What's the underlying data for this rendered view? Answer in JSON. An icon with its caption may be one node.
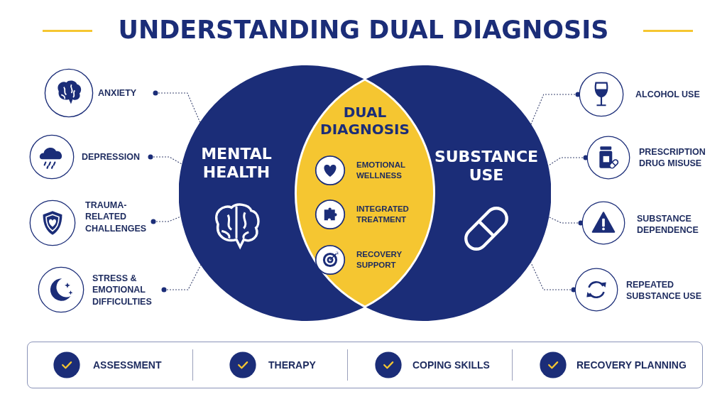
{
  "diagram": {
    "title": "UNDERSTANDING DUAL DIAGNOSIS",
    "nodes": [
      {
        "text": [
          "ANXIETY"
        ]
      },
      {
        "text": [
          "DEPRESSION"
        ]
      },
      {
        "text": [
          "TRAUMA-RELATED CHALLENGES"
        ]
      },
      {
        "text": [
          "STRESS & EMOTIONAL DIFFICULTIES"
        ]
      },
      {
        "text": [
          "MENTAL HEALTH"
        ]
      },
      {
        "text": [
          "DUAL DIAGNOSIS"
        ]
      },
      {
        "text": [
          "EMOTIONAL WELLNESS"
        ],
        "in": 5
      },
      {
        "text": [
          "INTEGRATED TREATMENT"
        ],
        "in": 5
      },
      {
        "text": [
          "RECOVERY SUPPORT"
        ],
        "in": 5
      },
      {
        "text": [
          "SUBSTANCE USE"
        ]
      },
      {
        "text": [
          "ALCOHOL USE"
        ]
      },
      {
        "text": [
          "PRESCRIPTION DRUG MISUSE"
        ]
      },
      {
        "text": [
          "SUBSTANCE DEPENDENCE"
        ]
      },
      {
        "text": [
          "REPEATED SUBSTANCE USE"
        ]
      },
      {
        "text": [],
        "shape": "box"
      },
      {
        "text": [
          "ASSESSMENT"
        ],
        "in": 14
      },
      {
        "text": [
          "THERAPY"
        ],
        "in": 14
      },
      {
        "text": [
          "COPING SKILLS"
        ],
        "in": 14
      },
      {
        "text": [
          "RECOVERY PLANNING"
        ],
        "in": 14
      }
    ],
    "edges": [
      {
        "from": 0,
        "to": 4,
        "arrow": "other"
      },
      {
        "from": 1,
        "to": 4,
        "arrow": "other"
      },
      {
        "from": 2,
        "to": 4,
        "arrow": "other"
      },
      {
        "from": 3,
        "to": 4,
        "arrow": "other"
      },
      {
        "from": 10,
        "to": 9,
        "arrow": "other"
      },
      {
        "from": 11,
        "to": 9,
        "arrow": "other"
      },
      {
        "from": 12,
        "to": 9,
        "arrow": "other"
      },
      {
        "from": 13,
        "to": 9,
        "arrow": "other"
      }
    ]
  }
}
